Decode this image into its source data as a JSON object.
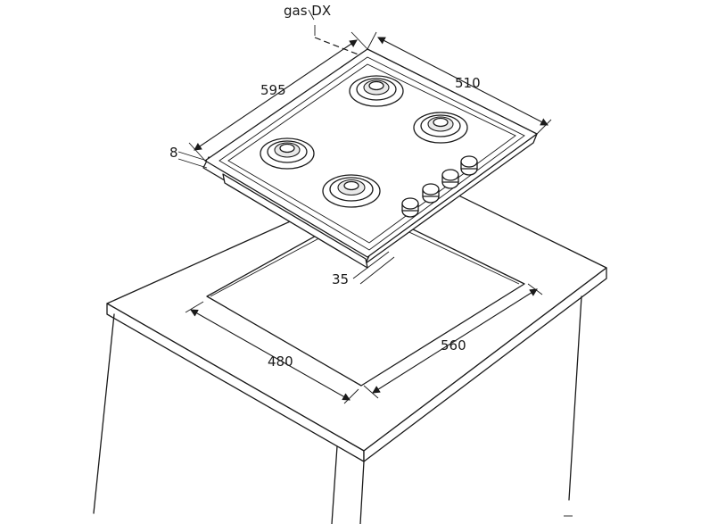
{
  "labels": {
    "gas_connection": "gas DX",
    "width_hob": "595",
    "depth_hob": "510",
    "glass_thickness": "8",
    "build_depth": "35",
    "cutout_width": "560",
    "cutout_depth": "480"
  }
}
